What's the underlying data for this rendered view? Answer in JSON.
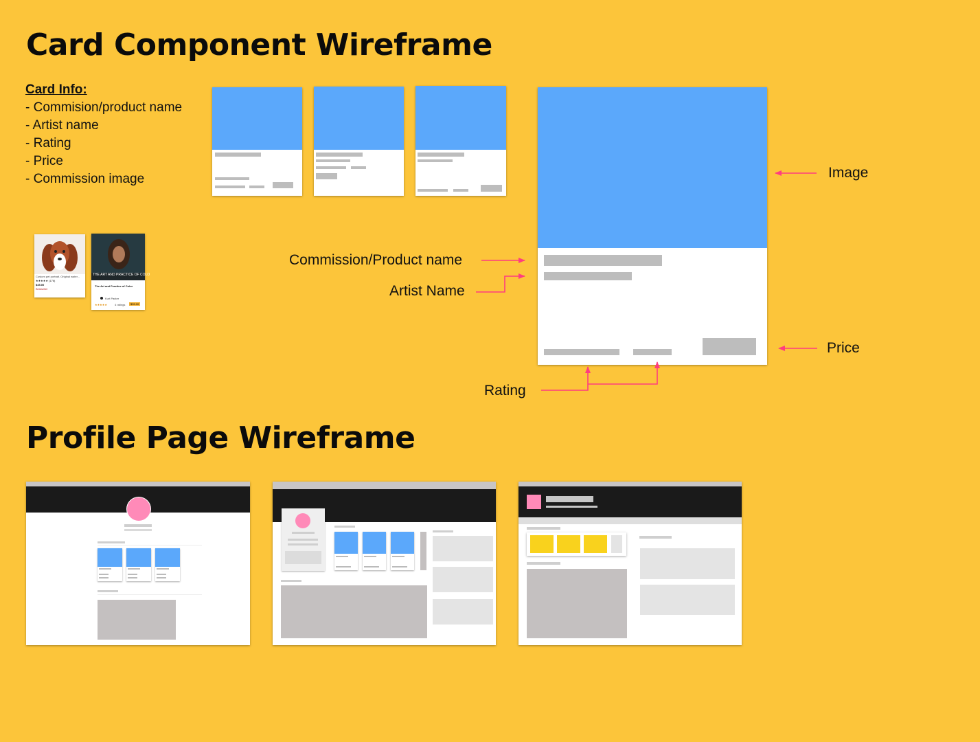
{
  "titles": {
    "card": "Card Component Wireframe",
    "profile": "Profile Page Wireframe"
  },
  "card_info": {
    "heading": "Card  Info:",
    "items": [
      "- Commision/product name",
      "- Artist name",
      "- Rating",
      "- Price",
      "- Commission image"
    ]
  },
  "annotations": {
    "image": "Image",
    "product_name": "Commission/Product name",
    "artist_name": "Artist Name",
    "price": "Price",
    "rating": "Rating"
  },
  "examples": {
    "dog": {
      "caption": "Custom pet portrait. Original water...",
      "rating": "★★★★★ (176)",
      "price": "$45.00",
      "badge": "Bestseller"
    },
    "book": {
      "banner": "THE ART AND PRACTICE OF COLO",
      "title": "The Art and Practice of Color",
      "author": "Kurt Parker",
      "rating": "★★★★★",
      "ratings_count": "4 ratings",
      "price": "$35.00"
    }
  },
  "colors": {
    "background": "#FCC53A",
    "image_placeholder": "#5BA8FB",
    "arrow": "#FF3D7F",
    "avatar": "#FF8AB8"
  }
}
